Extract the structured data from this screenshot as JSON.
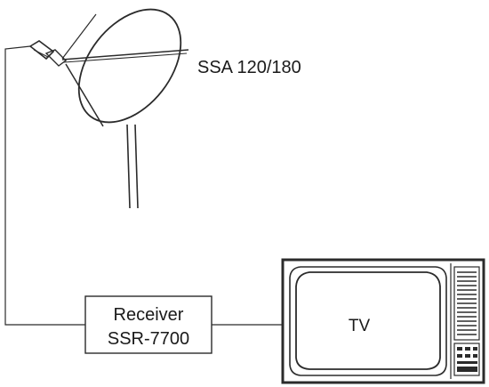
{
  "antenna": {
    "label": "SSA 120/180"
  },
  "receiver": {
    "line1": "Receiver",
    "line2": "SSR-7700"
  },
  "tv": {
    "label": "TV"
  },
  "colors": {
    "ink": "#2b2b2b",
    "background": "#ffffff"
  }
}
